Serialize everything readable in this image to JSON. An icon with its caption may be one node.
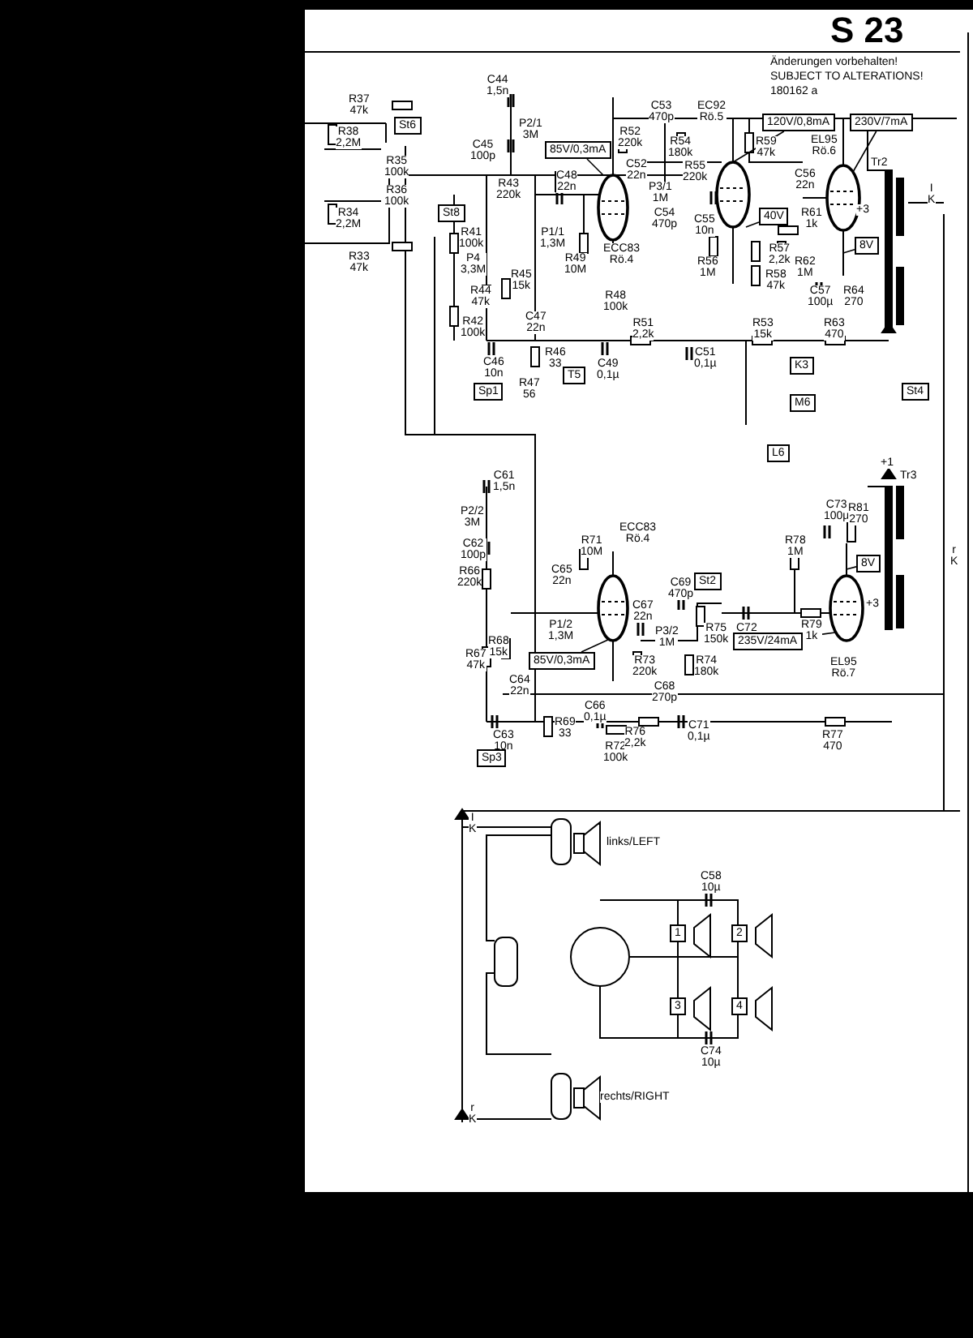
{
  "diagram": {
    "nodes": [
      {
        "text": [
          "St6"
        ]
      },
      {
        "text": [
          "St8"
        ]
      },
      {
        "text": [
          "85V/0,3mA"
        ]
      },
      {
        "text": [
          "Sp1"
        ]
      },
      {
        "text": [
          "T5"
        ]
      },
      {
        "text": [
          "120V/0,8mA"
        ]
      },
      {
        "text": [
          "230V/7mA"
        ]
      },
      {
        "text": [
          "40V"
        ]
      },
      {
        "text": [
          "8V"
        ]
      },
      {
        "text": [
          "K3"
        ]
      },
      {
        "text": [
          "M6"
        ]
      },
      {
        "text": [
          "St4"
        ]
      },
      {
        "text": [
          "L6"
        ]
      },
      {
        "text": [
          "85V/0,3mA"
        ]
      },
      {
        "text": [
          "St2"
        ]
      },
      {
        "text": [
          "8V"
        ]
      },
      {
        "text": [
          "235V/24mA"
        ]
      },
      {
        "text": [
          "Sp3"
        ]
      },
      {
        "text": [
          "1"
        ]
      },
      {
        "text": [
          "2"
        ]
      },
      {
        "text": [
          "3"
        ]
      },
      {
        "text": [
          "4"
        ]
      }
    ],
    "edges": [
      {
        "from": 2,
        "to": null,
        "arrow": "none"
      },
      {
        "from": 5,
        "to": null,
        "arrow": "none"
      },
      {
        "from": 6,
        "to": null,
        "arrow": "none"
      },
      {
        "from": 7,
        "to": null,
        "arrow": "none"
      },
      {
        "from": 8,
        "to": null,
        "arrow": "none"
      },
      {
        "from": 13,
        "to": null,
        "arrow": "none"
      },
      {
        "from": 15,
        "to": null,
        "arrow": "none"
      },
      {
        "from": 16,
        "to": null,
        "arrow": "none"
      }
    ],
    "labels": [
      "S 23",
      "Änderungen vorbehalten!",
      "SUBJECT TO ALTERATIONS!",
      "180162 a",
      "C44 1,5n",
      "R37 47k",
      "R38 2,2M",
      "P2/1 3M",
      "C45 100p",
      "R35 100k",
      "R36 100k",
      "R43 220k",
      "C48 22n",
      "R52 220k",
      "C52 22n",
      "R34 2,2M",
      "R33 47k",
      "P1/1 1,3M",
      "R49 10M",
      "ECC83 Rö.4",
      "R41 100k",
      "P4 3,3M",
      "R44 47k",
      "R45 15k",
      "R42 100k",
      "C47 22n",
      "R48 100k",
      "C46 10n",
      "R46 33",
      "C49 0,1µ",
      "R47 56",
      "C53 470p",
      "R54 180k",
      "EC92 Rö.5",
      "R59 47k",
      "EL95 Rö.6",
      "P3/1 1M",
      "R55 220k",
      "C56 22n",
      "C54 470p",
      "C55 10n",
      "R61 1k",
      "R56 1M",
      "R57 2,2k",
      "R62 1M",
      "R58 47k",
      "C57 100µ",
      "R64 270",
      "Tr2",
      "+3",
      "I K",
      "R51 2,2k",
      "C51 0,1µ",
      "R53 15k",
      "R63 470",
      "C61 1,5n",
      "P2/2 3M",
      "C62 100p",
      "R66 220k",
      "C65 22n",
      "R71 10M",
      "ECC83 Rö.4",
      "P1/2 1,3M",
      "C67 22n",
      "R67 47k",
      "R68 15k",
      "C64 22n",
      "R73 220k",
      "C63 10n",
      "R69 33",
      "C66 0,1µ",
      "R72 100k",
      "C69 470p",
      "C72 22n",
      "R78 1M",
      "R79 1k",
      "C73 100µ",
      "R81 270",
      "P3/2 1M",
      "R75 150k",
      "R74 180k",
      "C68 270p",
      "EL95 Rö.7",
      "Tr3",
      "+3",
      "r K",
      "R76 2,2k",
      "C71 0,1µ",
      "R77 470",
      "I K",
      "links/LEFT",
      "C58 10µ",
      "C74 10µ",
      "rechts/RIGHT",
      "r K",
      "+1"
    ]
  }
}
